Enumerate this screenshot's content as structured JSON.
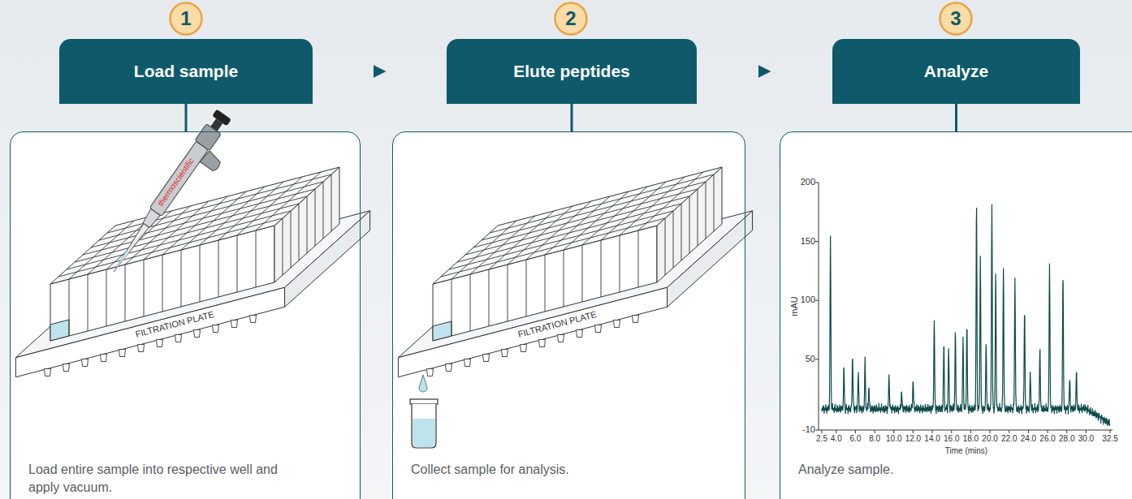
{
  "diagram": {
    "nodes": [
      {
        "text": [
          "1"
        ]
      },
      {
        "text": [
          "Load sample"
        ]
      },
      {
        "text": [
          "Load entire sample into respective well and apply vacuum."
        ]
      },
      {
        "text": [
          "2"
        ]
      },
      {
        "text": [
          "Elute peptides"
        ]
      },
      {
        "text": [
          "Collect sample for analysis."
        ]
      },
      {
        "text": [
          "3"
        ]
      },
      {
        "text": [
          "Analyze"
        ]
      },
      {
        "text": [
          "Analyze sample."
        ]
      }
    ],
    "edges": [
      {
        "from": 1,
        "to": 2,
        "arrow": "none"
      },
      {
        "from": 1,
        "to": 4,
        "arrow": "to"
      },
      {
        "from": 4,
        "to": 5,
        "arrow": "none"
      },
      {
        "from": 4,
        "to": 7,
        "arrow": "to"
      },
      {
        "from": 7,
        "to": 8,
        "arrow": "none"
      }
    ],
    "labels": [
      "thermoscientific",
      "FILTRATION PLATE",
      "FILTRATION PLATE",
      "200",
      "150",
      "100",
      "50",
      "-10",
      "2.5",
      "4.0",
      "6.0",
      "8.0",
      "10.0",
      "12.0",
      "14.0",
      "16.0",
      "18.0",
      "20.0",
      "22.0",
      "24.0",
      "26.0",
      "28.0",
      "30.0",
      "32.5",
      "mAU",
      "Time (mins)"
    ]
  }
}
